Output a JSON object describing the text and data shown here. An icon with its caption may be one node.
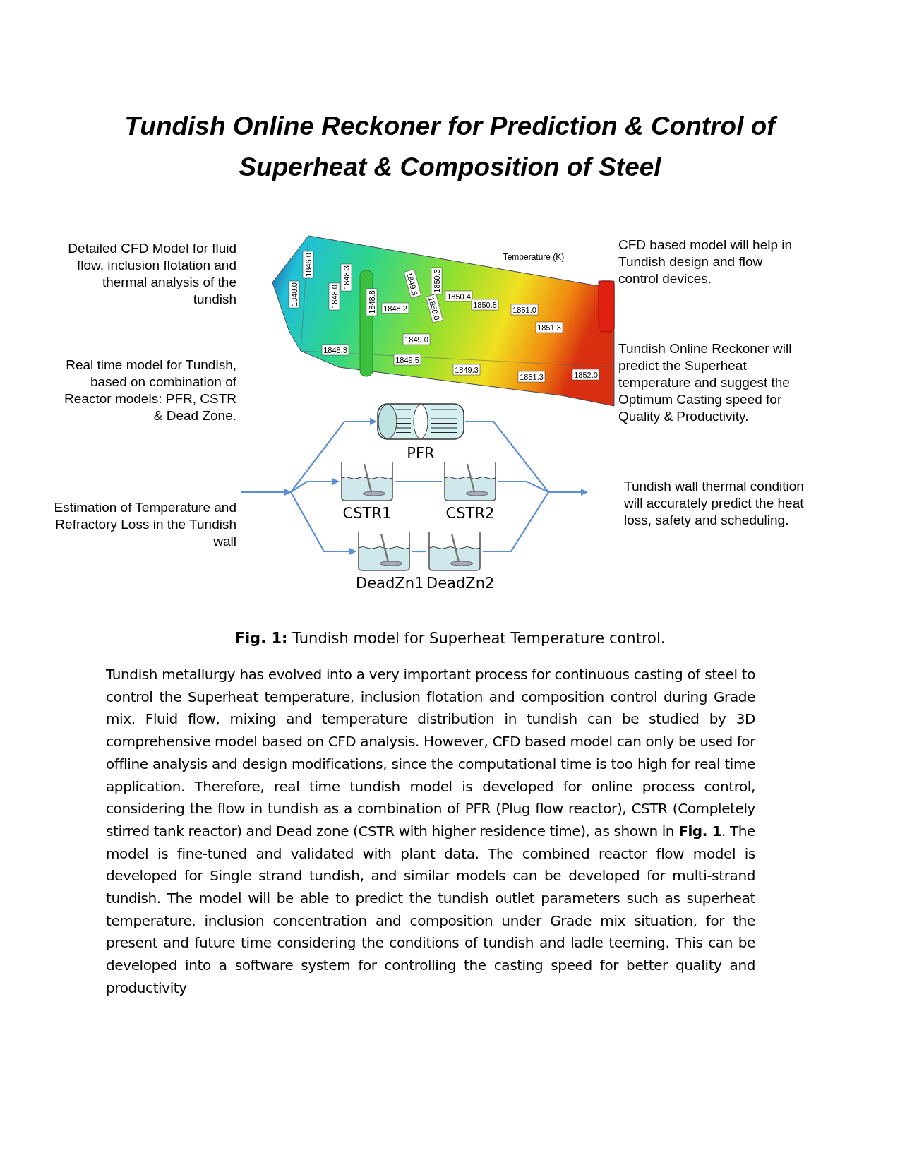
{
  "diagram": {
    "title": "Tundish Online Reckoner for Prediction & Control of Superheat & Composition of Steel",
    "caption": "**Fig. 1:** Tundish model for Superheat Temperature control.",
    "nodes": [
      {
        "text": [
          "PFR"
        ]
      },
      {
        "text": [
          "CSTR1"
        ]
      },
      {
        "text": [
          "CSTR2"
        ]
      },
      {
        "text": [
          "DeadZn1"
        ]
      },
      {
        "text": [
          "DeadZn2"
        ]
      }
    ],
    "edges": [
      {
        "from": null,
        "to": 0,
        "arrow": "to"
      },
      {
        "from": null,
        "to": 1,
        "arrow": "to"
      },
      {
        "from": null,
        "to": 3,
        "arrow": "to"
      },
      {
        "from": 1,
        "to": 2,
        "arrow": "none"
      },
      {
        "from": 3,
        "to": 4,
        "arrow": "none"
      },
      {
        "from": 0,
        "to": null,
        "arrow": "to"
      },
      {
        "from": 2,
        "to": null,
        "arrow": "to"
      },
      {
        "from": 4,
        "to": null,
        "arrow": "to"
      }
    ],
    "labels": [
      "Detailed CFD Model for fluid flow, inclusion flotation and thermal analysis of the tundish",
      "Real time model for Tundish, based on combination of Reactor models: PFR, CSTR & Dead Zone.",
      "Estimation of Temperature and Refractory Loss in the Tundish wall",
      "Temperature (K)",
      "1848.0",
      "1846.0",
      "1848.0",
      "1848.3",
      "1848.8",
      "1849.8",
      "1850.3",
      "1848.2",
      "1850.0",
      "1850.4",
      "1850.5",
      "1851.0",
      "1851.3",
      "1849.0",
      "1848.3",
      "1849.5",
      "1849.3",
      "1851.3",
      "1852.0",
      "CFD based model will help in Tundish design and flow control devices.",
      "Tundish Online Reckoner will predict the Superheat temperature and suggest the Optimum Casting speed for Quality & Productivity.",
      "Tundish wall thermal condition will accurately predict the heat loss, safety and scheduling.",
      "Tundish metallurgy has evolved into a very important process for continuous casting of steel to control the Superheat temperature, inclusion flotation and composition control during Grade mix. Fluid flow, mixing and temperature distribution in tundish can be studied by 3D comprehensive model based on CFD analysis.  However, CFD based model can only be used for offline analysis and design modifications, since the computational time is too high for real time application. Therefore, real time tundish model is developed for online process control, considering the flow in tundish as a combination of PFR (Plug flow reactor), CSTR (Completely stirred tank reactor) and Dead zone (CSTR with higher residence time), as shown in **Fig. 1**. The model is fine-tuned and validated with plant data. The combined reactor flow model is developed for Single strand tundish, and similar models can be developed for multi-strand tundish. The model will be able to predict the tundish outlet parameters such as superheat temperature, inclusion concentration and composition under Grade mix situation, for the present and future time considering the conditions of tundish and ladle teeming. This can be developed into a software system for controlling the casting speed for better quality and productivity"
    ]
  }
}
